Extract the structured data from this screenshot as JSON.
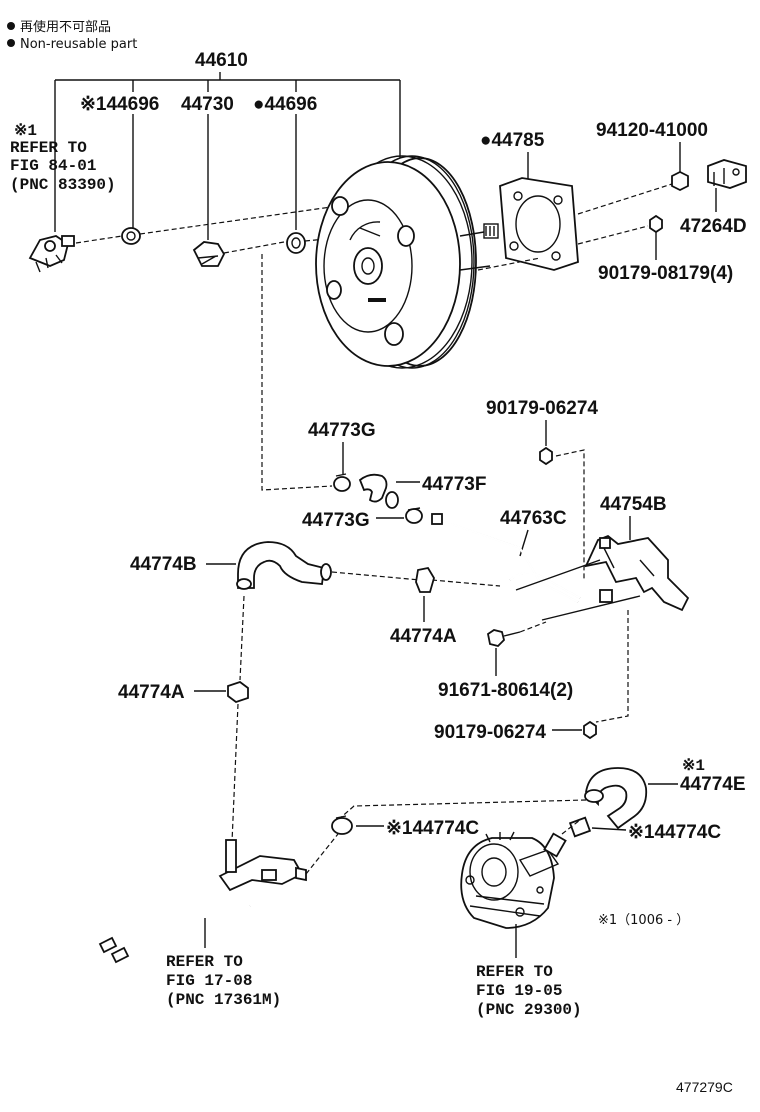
{
  "legend": {
    "jp": "再使用不可部品",
    "en": "Non-reusable part"
  },
  "labels": {
    "p44610": "44610",
    "p44696a": "※144696",
    "p44730": "44730",
    "p44696b": "●44696",
    "p44785": "●44785",
    "p94120": "94120-41000",
    "p47264d": "47264D",
    "p90179_08179": "90179-08179(4)",
    "p90179_06274a": "90179-06274",
    "p44773g_a": "44773G",
    "p44773f": "44773F",
    "p44773g_b": "44773G",
    "p44763c": "44763C",
    "p44754b": "44754B",
    "p44774b": "44774B",
    "p44774a_a": "44774A",
    "p91671": "91671-80614(2)",
    "p44774a_b": "44774A",
    "p90179_06274b": "90179-06274",
    "p44774e_mark": "※1",
    "p44774e": "44774E",
    "p44774c_a": "※144774C",
    "p44774c_b": "※144774C",
    "note_range": "※1（1006 -        ）"
  },
  "refs": {
    "fig84": {
      "mark": "※1",
      "l1": "REFER TO",
      "l2": "FIG 84-01",
      "l3": "(PNC 83390)"
    },
    "fig17": {
      "l1": "REFER TO",
      "l2": "FIG 17-08",
      "l3": "(PNC 17361M)"
    },
    "fig19": {
      "l1": "REFER TO",
      "l2": "FIG 19-05",
      "l3": "(PNC 29300)"
    }
  },
  "code": "477279C"
}
